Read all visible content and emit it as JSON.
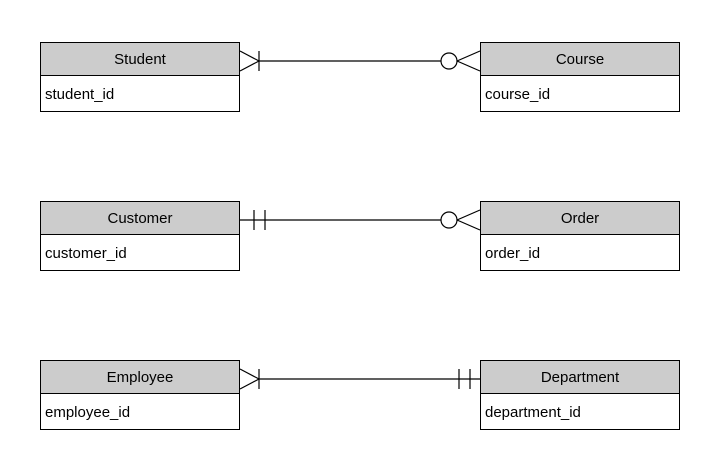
{
  "diagram": {
    "kind": "entity-relationship-diagram",
    "background_color": "#ffffff",
    "entity_style": {
      "header_fill": "#cccccc",
      "body_fill": "#ffffff",
      "border_color": "#000000",
      "text_color": "#000000"
    },
    "entities": [
      {
        "name": "Student",
        "attributes": [
          "student_id"
        ]
      },
      {
        "name": "Course",
        "attributes": [
          "course_id"
        ]
      },
      {
        "name": "Customer",
        "attributes": [
          "customer_id"
        ]
      },
      {
        "name": "Order",
        "attributes": [
          "order_id"
        ]
      },
      {
        "name": "Employee",
        "attributes": [
          "employee_id"
        ]
      },
      {
        "name": "Department",
        "attributes": [
          "department_id"
        ]
      }
    ],
    "relationships": [
      {
        "from": "Student",
        "to": "Course",
        "from_cardinality": "one-or-many (crow's foot + bar)",
        "to_cardinality": "zero-or-many (circle + crow's foot)"
      },
      {
        "from": "Customer",
        "to": "Order",
        "from_cardinality": "exactly-one (double bar)",
        "to_cardinality": "zero-or-many (circle + crow's foot)"
      },
      {
        "from": "Employee",
        "to": "Department",
        "from_cardinality": "one-or-many (crow's foot + bar)",
        "to_cardinality": "exactly-one (double bar)"
      }
    ]
  }
}
